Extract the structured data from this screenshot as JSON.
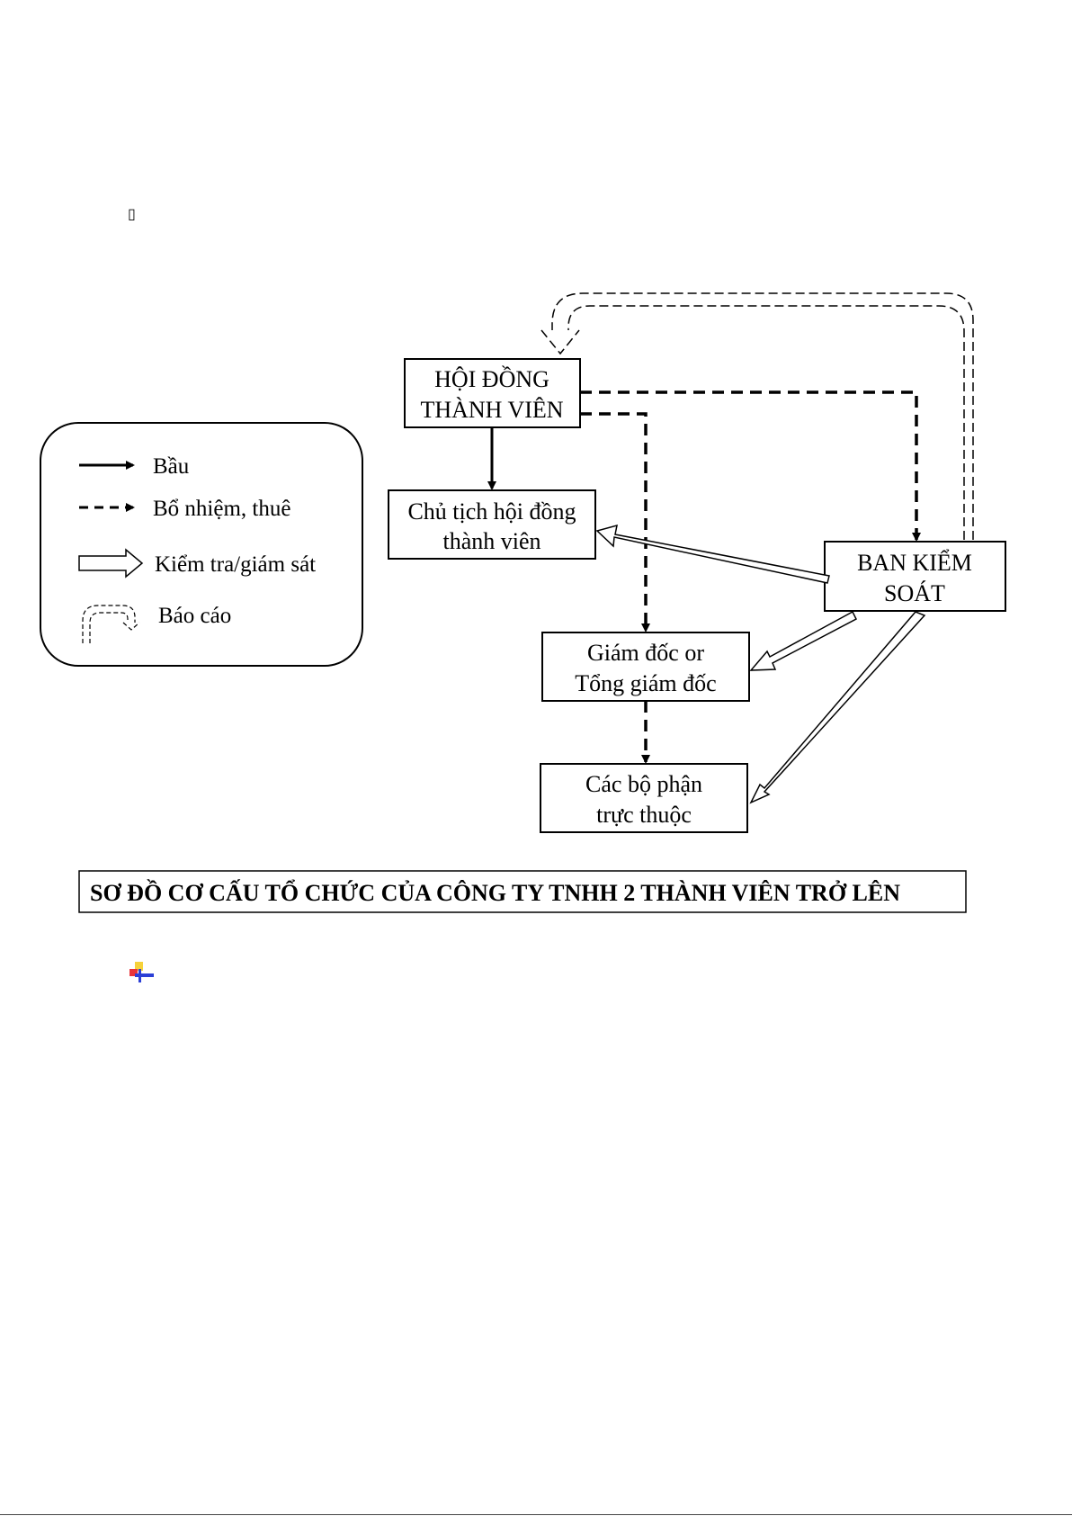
{
  "placeholder_glyph": "▯",
  "boxes": {
    "hdtv": [
      "HỘI ĐỒNG",
      "THÀNH VIÊN"
    ],
    "chu_tich": [
      "Chủ tịch hội đồng",
      "thành viên"
    ],
    "ban_kiem_soat": [
      "BAN KIỂM",
      "SOÁT"
    ],
    "giam_doc": [
      "Giám đốc or",
      "Tổng giám đốc"
    ],
    "bo_phan": [
      "Các bộ phận",
      "trực thuộc"
    ]
  },
  "legend": {
    "bau": "Bầu",
    "bo_nhiem": "Bổ nhiệm, thuê",
    "kiem_tra": "Kiểm tra/giám sát",
    "bao_cao": "Báo cáo"
  },
  "caption": "SƠ ĐỒ CƠ CẤU TỔ CHỨC CỦA CÔNG TY TNHH 2 THÀNH VIÊN TRỞ LÊN",
  "icons": {
    "placeholder": "placeholder-glyph-icon",
    "embedded_object": "embedded-object-icon"
  },
  "colors": {
    "line": "#000000",
    "icon_red": "#e8343a",
    "icon_yellow": "#f6d23a",
    "icon_blue": "#2b3fd6"
  }
}
